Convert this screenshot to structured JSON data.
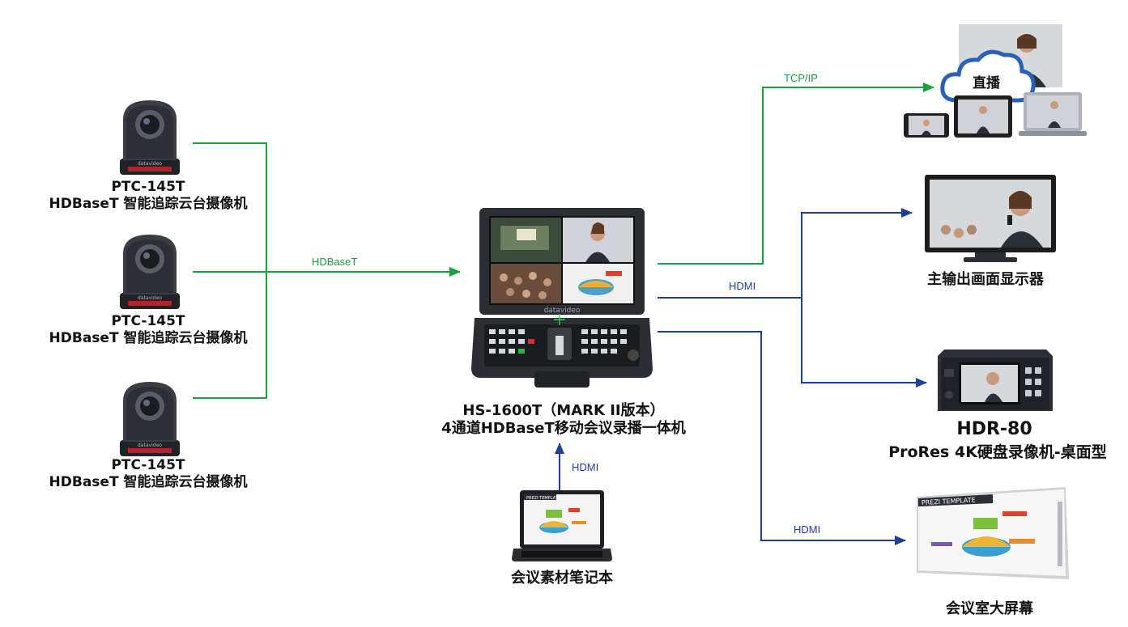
{
  "cameras": [
    {
      "model": "PTC-145T",
      "desc": "HDBaseT 智能追踪云台摄像机",
      "brand": "datavideo"
    },
    {
      "model": "PTC-145T",
      "desc": "HDBaseT 智能追踪云台摄像机",
      "brand": "datavideo"
    },
    {
      "model": "PTC-145T",
      "desc": "HDBaseT 智能追踪云台摄像机",
      "brand": "datavideo"
    }
  ],
  "center": {
    "model": "HS-1600T（MARK II版本）",
    "desc": "4通道HDBaseT移动会议录播一体机",
    "brand": "datavideo"
  },
  "laptop": {
    "label": "会议素材笔记本",
    "screen_title": "PREZI TEMPLATE"
  },
  "outputs": {
    "stream": {
      "label": "直播"
    },
    "monitor": {
      "label": "主输出画面显示器"
    },
    "recorder": {
      "model": "HDR-80",
      "desc": "ProRes 4K硬盘录像机-桌面型"
    },
    "bigscreen": {
      "label": "会议室大屏幕",
      "screen_title": "PREZI TEMPLATE"
    }
  },
  "links": {
    "hdbaset": "HDBaseT",
    "tcpip": "TCP/IP",
    "hdmi_monitor": "HDMI",
    "hdmi_laptop": "HDMI",
    "hdmi_bigscreen": "HDMI"
  },
  "colors": {
    "green": "#1aa040",
    "blue": "#1d3f95"
  }
}
